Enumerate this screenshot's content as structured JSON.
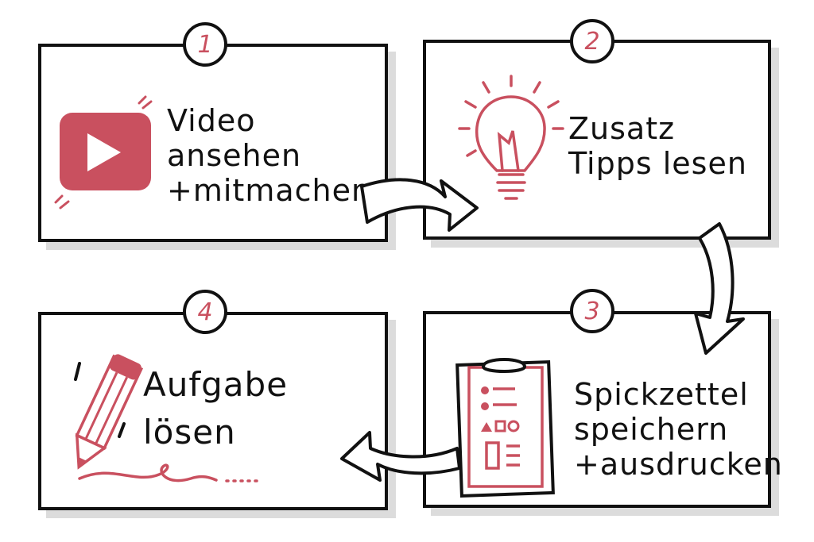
{
  "accent_color": "#c9505f",
  "steps": [
    {
      "number": "1",
      "lines": [
        "Video",
        "ansehen",
        "+mitmachen"
      ],
      "icon": "video-play-icon"
    },
    {
      "number": "2",
      "lines": [
        "Zusatz",
        "Tipps lesen"
      ],
      "icon": "lightbulb-icon"
    },
    {
      "number": "3",
      "lines": [
        "Spickzettel",
        "speichern",
        "+ausdrucken"
      ],
      "icon": "clipboard-icon"
    },
    {
      "number": "4",
      "lines": [
        "Aufgabe",
        "lösen"
      ],
      "icon": "pencil-icon"
    }
  ]
}
